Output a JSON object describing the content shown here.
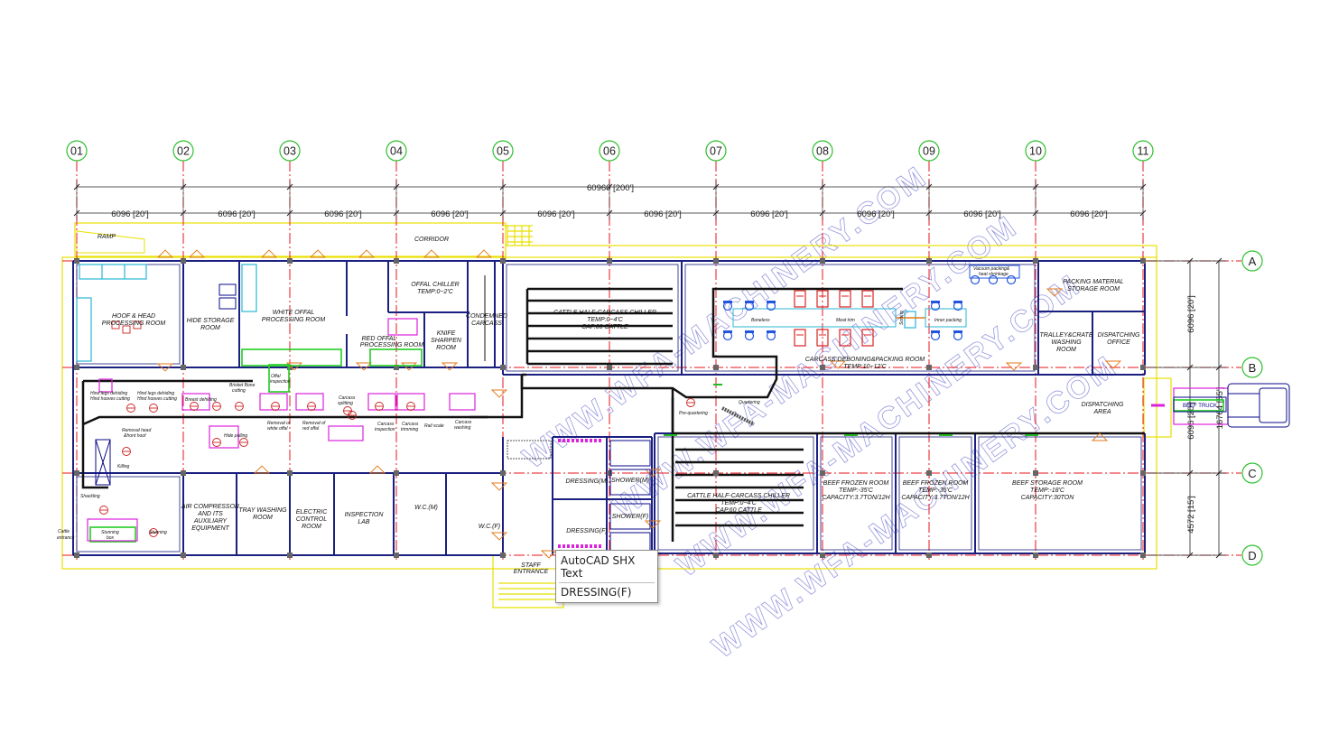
{
  "colors": {
    "grid": "#e8141c",
    "axis_circle": "#2fc02f",
    "wall": "#1a1f80",
    "yellow": "#e8e000",
    "watermark": "#9a9ae0",
    "dim": "#222222",
    "green_equipment": "#22cc22",
    "magenta": "#dd22dd",
    "cyan": "#29b6d6",
    "navy": "#0a0a8a"
  },
  "axes_vertical": [
    "01",
    "02",
    "03",
    "04",
    "05",
    "06",
    "07",
    "08",
    "09",
    "10",
    "11"
  ],
  "axes_horizontal": [
    "A",
    "B",
    "C",
    "D"
  ],
  "dimensions": {
    "overall": "60960 [200']",
    "bays": [
      "6096 [20']",
      "6096 [20']",
      "6096 [20']",
      "6096 [20']",
      "6096 [20']",
      "6096 [20']",
      "6096 [20']",
      "6096 [20']",
      "6096 [20']",
      "6096 [20']"
    ],
    "right": [
      "6096 [20']",
      "6096 [20']",
      "4572 [15']"
    ],
    "right_total": "16764 [55']"
  },
  "rooms": {
    "ramp": "RAMP",
    "corridor": "CORRIDOR",
    "hoof_head_1": "HOOF & HEAD",
    "hoof_head_2": "PROCESSING ROOM",
    "hide_storage_1": "HIDE STORAGE",
    "hide_storage_2": "ROOM",
    "white_offal_1": "WHITE OFFAL",
    "white_offal_2": "PROCESSING ROOM",
    "offal_chiller_1": "OFFAL CHILLER",
    "offal_chiller_2": "TEMP:0~2'C",
    "red_offal_1": "RED OFFAL",
    "red_offal_2": "PROCESSING ROOM",
    "knife_1": "KNIFE",
    "knife_2": "SHARPEN",
    "knife_3": "ROOM",
    "condemned_1": "CONDEMNED",
    "condemned_2": "CARCASS",
    "chiller_top_1": "CATTLE HALF-CARCASS CHILLER",
    "chiller_top_2": "TEMP:0~4'C",
    "chiller_top_3": "CAP.60 CATTLE",
    "deboning_1": "CARCASS DEBONING&PACKING ROOM",
    "deboning_2": "TEMP:10~12'C",
    "packing_mat_1": "PACKING MATERIAL",
    "packing_mat_2": "STORAGE ROOM",
    "trolley_1": "TRALLEY&CRATE",
    "trolley_2": "WASHING",
    "trolley_3": "ROOM",
    "dispatch_office_1": "DISPATCHING",
    "dispatch_office_2": "OFFICE",
    "dispatch_area_1": "DISPATCHING",
    "dispatch_area_2": "AREA",
    "air_comp_1": "AIR COMPRESSOR",
    "air_comp_2": "AND ITS",
    "air_comp_3": "AUXILIARY",
    "air_comp_4": "EQUIPMENT",
    "tray_1": "TRAY WASHING",
    "tray_2": "ROOM",
    "electric_1": "ELECTRIC",
    "electric_2": "CONTROL",
    "electric_3": "ROOM",
    "inspection_1": "INSPECTION",
    "inspection_2": "LAB",
    "wc_m": "W.C.(M)",
    "wc_f": "W.C.(F)",
    "dressing_m": "DRESSING(M)",
    "dressing_f": "DRESSING(F)",
    "shower_m": "SHOWER(M)",
    "shower_f": "SHOWER(F)",
    "staff_1": "STAFF",
    "staff_2": "ENTRANCE",
    "chiller_bot_1": "CATTLE HALF-CARCASS CHILLER",
    "chiller_bot_2": "TEMP:0~4'C",
    "chiller_bot_3": "CAP.60 CATTLE",
    "frozen1_1": "BEEF FROZEN ROOM",
    "frozen1_2": "TEMP:-35'C",
    "frozen1_3": "CAPACITY:3.7TON/12H",
    "frozen2_1": "BEEF FROZEN ROOM",
    "frozen2_2": "TEMP:-35'C",
    "frozen2_3": "CAPACITY:3.7TON/12H",
    "storage_1": "BEEF STORAGE ROOM",
    "storage_2": "TEMP:-18'C",
    "storage_3": "CAPACITY:30TON"
  },
  "process_labels": {
    "cattle_entrance_1": "Cattle",
    "cattle_entrance_2": "entrance",
    "stunning_box_1": "Stunning",
    "stunning_box_2": "box",
    "stunning": "Stunning",
    "shackling": "Shackling",
    "killing": "Killing",
    "removal_head_1": "Removal head",
    "removal_head_2": "&front hoof",
    "hind_legs_1": "Hind legs dehiding",
    "hind_legs_2": "Hind hooves cutting",
    "hind_legs_3": "Hind legs dehiding",
    "hind_legs_4": "Hind hooves cutting",
    "breast_dehiding": "Breast dehiding",
    "brisket_1": "Brisket Bone",
    "brisket_2": "cutting",
    "hide_pulling": "Hide pulling",
    "offal_insp_1": "Offal",
    "offal_insp_2": "inspection",
    "removal_white_1": "Removal of",
    "removal_white_2": "white offal",
    "removal_red_1": "Removal of",
    "removal_red_2": "red offal",
    "carcass_splitting_1": "Carcass",
    "carcass_splitting_2": "splitting",
    "carcass_insp_1": "Carcass",
    "carcass_insp_2": "inspection",
    "carcass_trimming_1": "Carcass",
    "carcass_trimming_2": "trimming",
    "rail_scale": "Rail scale",
    "carcass_washing_1": "Carcass",
    "carcass_washing_2": "washing",
    "pre_quartering": "Pre-quartering",
    "quartering": "Quartering",
    "boneless": "Boneless",
    "meat_trim": "Meat trim",
    "sorting": "Sorting",
    "inner_packing": "Inner packing",
    "vacuum_1": "Vacuum packing&",
    "vacuum_2": "heat shrinkage"
  },
  "truck_label": "BEEF TRUCK",
  "watermarks": [
    "WWW.WFA-MACHINERY.COM",
    "WWW.WFA-MACHINERY.COM",
    "WWW.WFA-MACHINERY.COM",
    "WWW.WFA-MACHINERY.COM"
  ],
  "tooltip": {
    "type": "AutoCAD SHX Text",
    "value": "DRESSING(F)"
  }
}
